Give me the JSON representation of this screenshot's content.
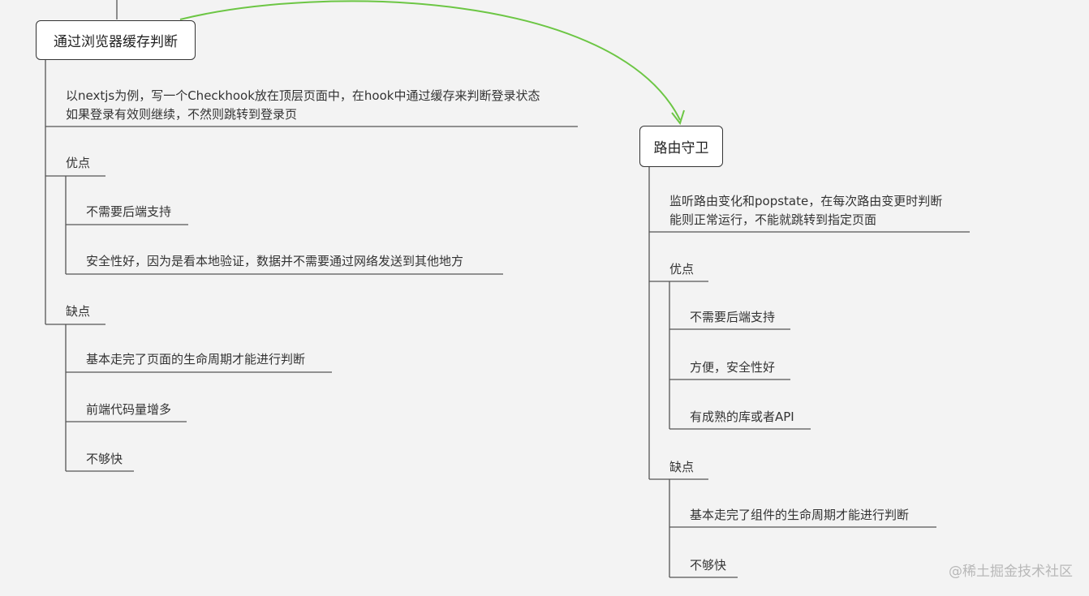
{
  "diagram": {
    "left_branch": {
      "root": "通过浏览器缓存判断",
      "description_lines": [
        "以nextjs为例，写一个Checkhook放在顶层页面中，在hook中通过缓存来判断登录状态",
        "如果登录有效则继续，不然则跳转到登录页"
      ],
      "pros_label": "优点",
      "pros": [
        "不需要后端支持",
        "安全性好，因为是看本地验证，数据并不需要通过网络发送到其他地方"
      ],
      "cons_label": "缺点",
      "cons": [
        "基本走完了页面的生命周期才能进行判断",
        "前端代码量增多",
        "不够快"
      ]
    },
    "right_branch": {
      "root": "路由守卫",
      "description_lines": [
        "监听路由变化和popstate，在每次路由变更时判断",
        "能则正常运行，不能就跳转到指定页面"
      ],
      "pros_label": "优点",
      "pros": [
        "不需要后端支持",
        "方便，安全性好",
        "有成熟的库或者API"
      ],
      "cons_label": "缺点",
      "cons": [
        "基本走完了组件的生命周期才能进行判断",
        "不够快"
      ]
    },
    "watermark": "@稀土掘金技术社区",
    "colors": {
      "connector_arrow": "#6cc644",
      "line": "#555555",
      "background": "#f3f3f3"
    }
  }
}
